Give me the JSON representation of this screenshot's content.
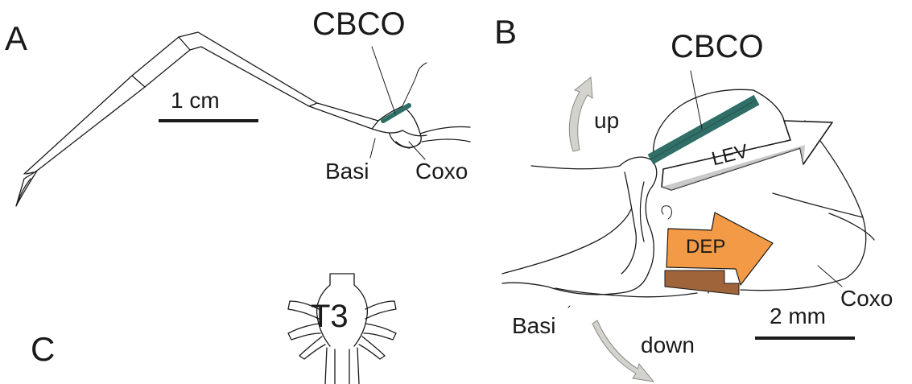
{
  "panels": {
    "a": {
      "panel_label": "A",
      "cbco_label": "CBCO",
      "scale_label": "1 cm",
      "basi_label": "Basi",
      "coxo_label": "Coxo"
    },
    "b": {
      "panel_label": "B",
      "cbco_label": "CBCO",
      "up_label": "up",
      "down_label": "down",
      "lev_label": "LEV",
      "dep_label": "DEP",
      "basi_label": "Basi",
      "coxo_label": "Coxo",
      "scale_label": "2 mm"
    },
    "c": {
      "panel_label": "C",
      "ganglion_label": "T3"
    }
  },
  "colors": {
    "cbco": "#2f6f67",
    "dep_arrow": "#f29a45",
    "dep_shadow": "#a0643a",
    "motion_arrow": "#d4d2cc",
    "ink": "#1a1a1a"
  }
}
